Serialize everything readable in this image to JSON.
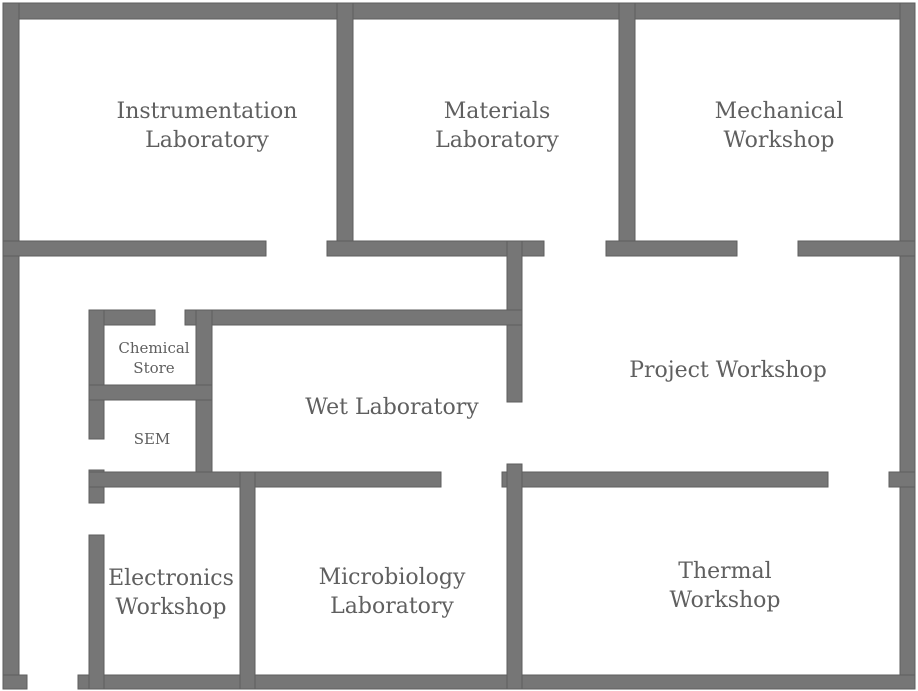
{
  "rooms": {
    "instrumentation_lab": [
      "Instrumentation",
      "Laboratory"
    ],
    "materials_lab": [
      "Materials",
      "Laboratory"
    ],
    "mechanical_workshop": [
      "Mechanical",
      "Workshop"
    ],
    "project_workshop": [
      "Project Workshop"
    ],
    "chemical_store": [
      "Chemical",
      "Store"
    ],
    "sem": [
      "SEM"
    ],
    "wet_lab": [
      "Wet Laboratory"
    ],
    "electronics_workshop": [
      "Electronics",
      "Workshop"
    ],
    "microbiology_lab": [
      "Microbiology",
      "Laboratory"
    ],
    "thermal_workshop": [
      "Thermal",
      "Workshop"
    ]
  }
}
